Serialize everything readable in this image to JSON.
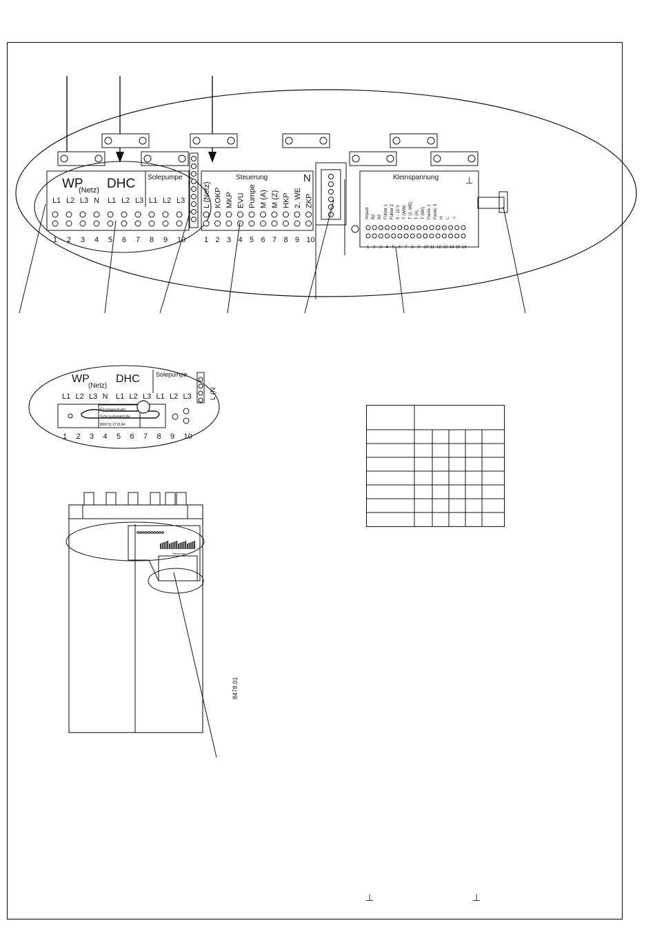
{
  "top_panel": {
    "wp_label": "WP",
    "netz_label": "(Netz)",
    "dhc_label": "DHC",
    "solepumpe_label": "Solepumpe",
    "steuerung_label": "Steuerung",
    "n_label": "N",
    "kleinspannung_label": "Kleinspannung",
    "ground_symbol": "⊥",
    "power_terminals": [
      "L1",
      "L2",
      "L3",
      "N",
      "L1",
      "L2",
      "L3",
      "L1",
      "L2",
      "L3"
    ],
    "power_numbers": [
      "1",
      "2",
      "3",
      "4",
      "5",
      "6",
      "7",
      "8",
      "9",
      "10"
    ],
    "control_terminals": [
      "L (Netz)",
      "KOKP",
      "MKP",
      "EVU",
      "Pumpe",
      "M (A)",
      "M (Z)",
      "HKP",
      "2. WE",
      "ZKP"
    ],
    "control_numbers": [
      "1",
      "2",
      "3",
      "4",
      "5",
      "6",
      "7",
      "8",
      "9",
      "10"
    ],
    "lowvolt_terminals": [
      "Impuls",
      "B2",
      "B2",
      "Fühler 1",
      "Fühler 2",
      "0 - 10 V",
      "T (WW)",
      "T (2. WE)",
      "T (A)",
      "T (MK)",
      "Fernb. 1",
      "Fernb. 3",
      "H",
      "L",
      "⊥"
    ],
    "lowvolt_numbers": [
      "1",
      "2",
      "3",
      "4",
      "5",
      "6",
      "7",
      "8",
      "9",
      "10",
      "11",
      "12",
      "13",
      "14",
      "15",
      "16"
    ]
  },
  "detail_panel": {
    "wp_label": "WP",
    "netz_label": "(Netz)",
    "dhc_label": "DHC",
    "solepumpe_label": "Solepumpe",
    "terminals": [
      "L1",
      "L2",
      "L3",
      "N",
      "L1",
      "L2",
      "L3",
      "L1",
      "L2",
      "L3"
    ],
    "numbers": [
      "1",
      "2",
      "3",
      "4",
      "5",
      "6",
      "7",
      "8",
      "9",
      "10"
    ],
    "bridge_text_1": "Flombendraht",
    "bridge_text_2": "Schraubenköpfe",
    "bridge_text_3": "B09711 2716.84",
    "side_labels": [
      "L (N"
    ]
  },
  "unit_drawing": {
    "figure_number": "8478.01",
    "board_label": "Steuerung"
  },
  "footer": {
    "ground_symbol_1": "⊥",
    "ground_symbol_2": "⊥"
  }
}
